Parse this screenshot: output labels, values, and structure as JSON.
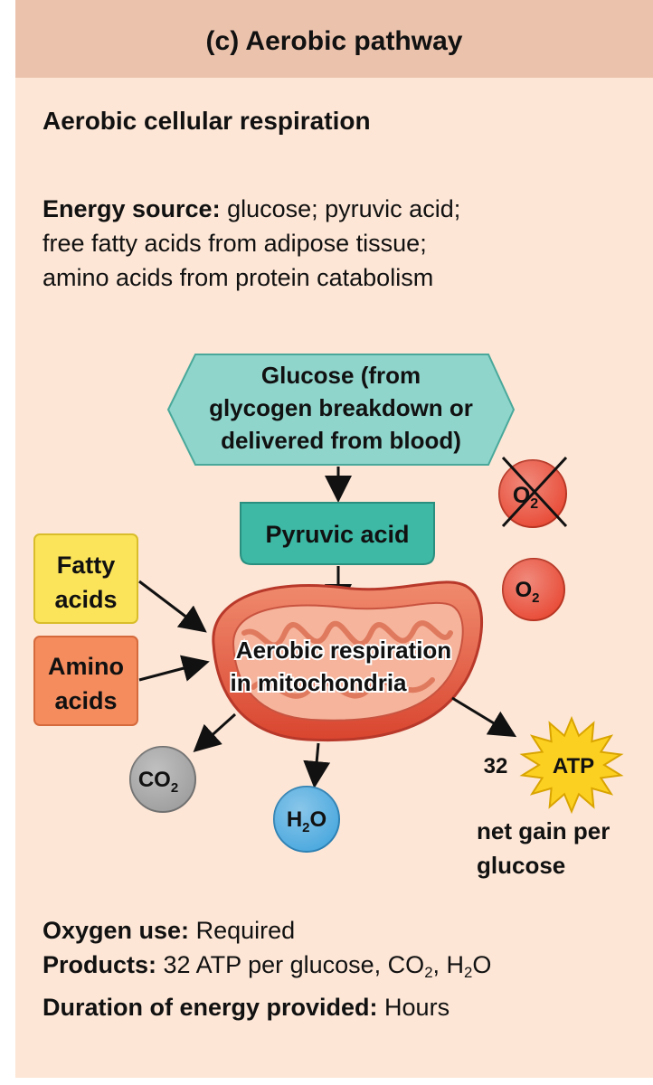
{
  "header": {
    "title": "(c) Aerobic pathway"
  },
  "subtitle": "Aerobic cellular respiration",
  "energy_source": {
    "label": "Energy source:",
    "line1": "glucose; pyruvic acid;",
    "line2": "free fatty acids from adipose tissue;",
    "line3": "amino acids from protein catabolism"
  },
  "diagram": {
    "glucose": [
      "Glucose (from",
      "glycogen breakdown or",
      "delivered from blood)"
    ],
    "pyruvic_acid": "Pyruvic acid",
    "fatty_acids": [
      "Fatty",
      "acids"
    ],
    "amino_acids": [
      "Amino",
      "acids"
    ],
    "mitochondria": [
      "Aerobic respiration",
      "in mitochondria"
    ],
    "o2_crossed": {
      "base": "O",
      "sub": "2"
    },
    "o2": {
      "base": "O",
      "sub": "2"
    },
    "co2": {
      "base": "CO",
      "sub": "2"
    },
    "h2o": {
      "base": "H",
      "sub": "2",
      "tail": "O"
    },
    "atp_count": "32",
    "atp": "ATP",
    "net_gain": [
      "net gain per",
      "glucose"
    ]
  },
  "footer": {
    "oxygen_label": "Oxygen use:",
    "oxygen_value": "Required",
    "products_label": "Products:",
    "products_value_pre": "32 ATP per glucose, CO",
    "products_value_sub1": "2",
    "products_value_mid": ", H",
    "products_value_sub2": "2",
    "products_value_post": "O",
    "duration_label": "Duration of energy provided:",
    "duration_value": "Hours"
  },
  "colors": {
    "panel": "#fde6d6",
    "header": "#ebc3ad",
    "glucose_fill": "#8fd5cc",
    "pyruvic_fill": "#3db9a5",
    "fatty_fill": "#fbe45a",
    "amino_fill": "#f48c5e",
    "mito_fill": "#e96b4d",
    "o2_fill": "#e84a35",
    "co2_fill": "#9e9e9e",
    "h2o_fill": "#4aa8de",
    "atp_fill": "#fcd020"
  }
}
